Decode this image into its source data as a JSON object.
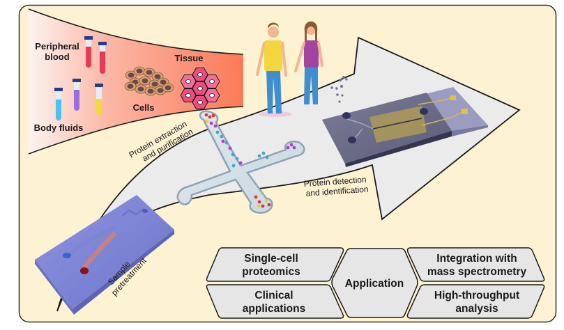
{
  "figure": {
    "colors": {
      "background": "#fdf2d2",
      "frame_border": "#2b2b2b",
      "funnel_start": "#fdf0ee",
      "funnel_end": "#fb7d5c",
      "arrow_fill": "#ebebeb",
      "hex_fill": "#e6e6e6",
      "chip_purple": "#7f86d6",
      "detection_chip": "#6d6f8c",
      "electrode_gold": "#d9b84a"
    },
    "sources": {
      "peripheral_blood": [
        "Peripheral",
        "blood"
      ],
      "body_fluids": "Body fluids",
      "cells": "Cells",
      "tissue": "Tissue"
    },
    "steps": {
      "sample_pretreatment": [
        "Sample",
        "pretreatment"
      ],
      "protein_extraction": [
        "Protein extraction",
        "and purification"
      ],
      "protein_detection": [
        "Protein detection",
        "and identification"
      ]
    },
    "applications": {
      "center": "Application",
      "items": [
        {
          "id": "single-cell",
          "lines": [
            "Single-cell",
            "proteomics"
          ]
        },
        {
          "id": "clinical",
          "lines": [
            "Clinical",
            "applications"
          ]
        },
        {
          "id": "mass-spec",
          "lines": [
            "Integration with",
            "mass spectrometry"
          ]
        },
        {
          "id": "high-throughput",
          "lines": [
            "High-throughput",
            "analysis"
          ]
        }
      ]
    },
    "icons": [
      "test-tube-icon",
      "cells-icon",
      "tissue-hexagon-icon",
      "people-icon",
      "microfluidic-chip-icon",
      "cross-chip-icon",
      "detection-chip-icon"
    ]
  }
}
